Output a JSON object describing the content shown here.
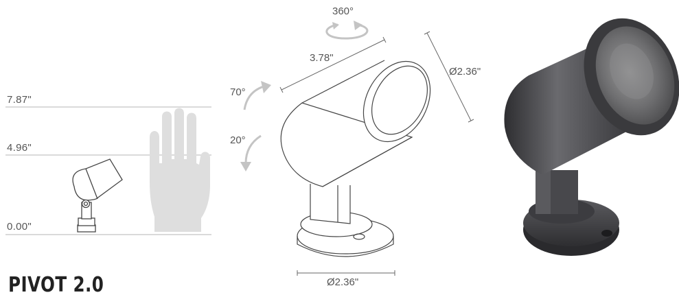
{
  "product": {
    "name": "PIVOT 2.0"
  },
  "height_scale": [
    {
      "label": "7.87\""
    },
    {
      "label": "4.96\""
    },
    {
      "label": "0.00\""
    }
  ],
  "dimensions": {
    "rotation": "360°",
    "tilt_up": "70°",
    "tilt_down": "20°",
    "length": "3.78\"",
    "lens_diameter": "Ø2.36\"",
    "base_diameter": "Ø2.36\""
  },
  "colors": {
    "line": "#aaaaaa",
    "hand": "#dedede",
    "arrow": "#c4c4c4",
    "fixture_body": "#4a4a4e"
  }
}
